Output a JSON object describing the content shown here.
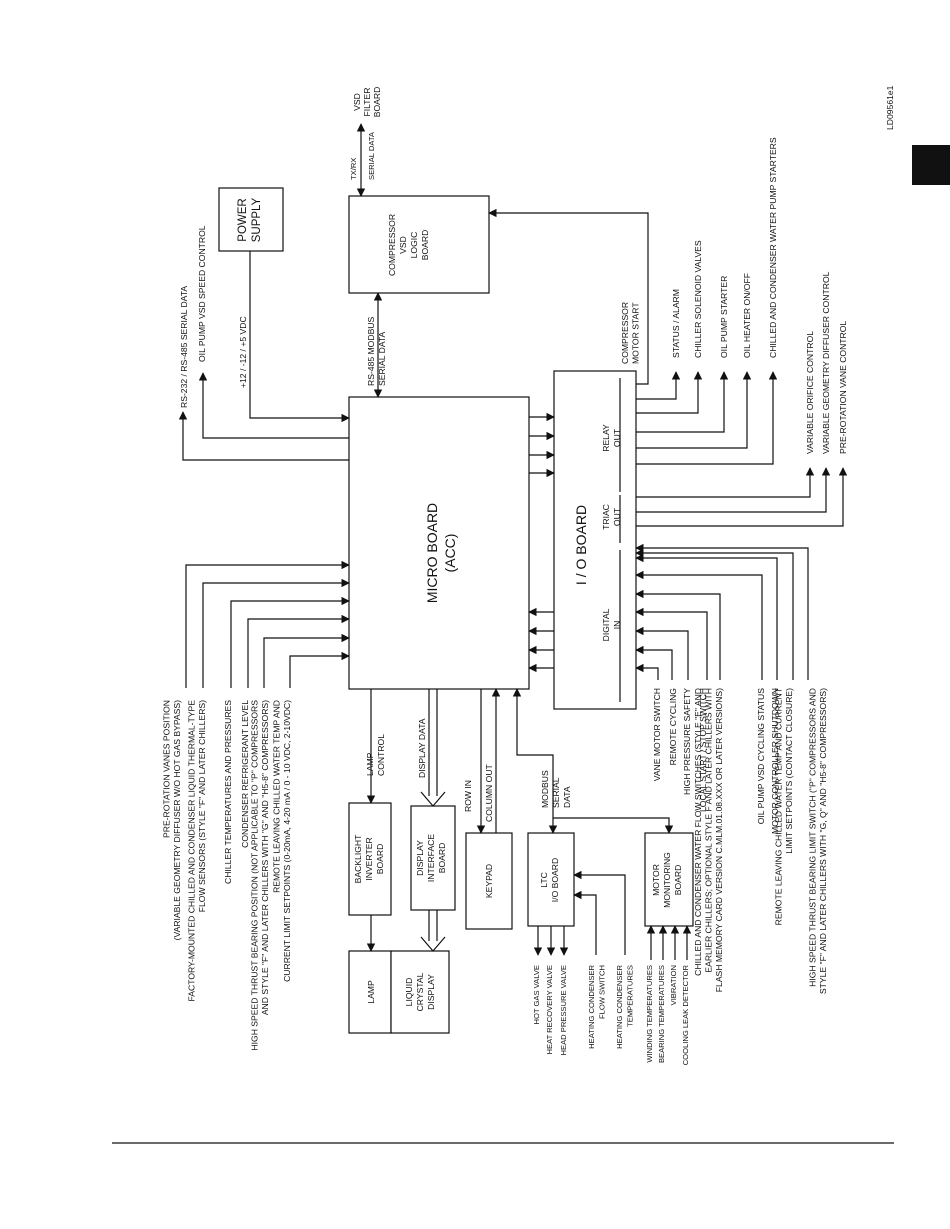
{
  "doc_code": "LD09561e1",
  "blocks": {
    "power_supply": [
      "POWER",
      "SUPPLY"
    ],
    "compressor_vsd": [
      "COMPRESSOR",
      "VSD",
      "LOGIC",
      "BOARD"
    ],
    "vsd_filter": [
      "VSD",
      "FILTER",
      "BOARD"
    ],
    "micro_board": [
      "MICRO BOARD",
      "(ACC)"
    ],
    "io_board": [
      "I / O BOARD"
    ],
    "backlight_inverter": [
      "BACKLIGHT",
      "INVERTER",
      "BOARD"
    ],
    "display_interface": [
      "DISPLAY",
      "INTERFACE",
      "BOARD"
    ],
    "keypad": [
      "KEYPAD"
    ],
    "ltc_io": [
      "LTC",
      "I/O BOARD"
    ],
    "motor_monitoring": [
      "MOTOR",
      "MONITORING",
      "BOARD"
    ],
    "lamp": [
      "LAMP"
    ],
    "lcd": [
      "LIQUID",
      "CRYSTAL",
      "DISPLAY"
    ]
  },
  "io_sections": {
    "relay": [
      "RELAY",
      "OUT"
    ],
    "triac": [
      "TRIAC",
      "OUT"
    ],
    "digital": [
      "DIGITAL",
      "IN"
    ]
  },
  "links": {
    "txrx": [
      "TX/RX",
      "SERIAL DATA"
    ],
    "rs485_modbus": [
      "RS-485 MODBUS",
      "SERIAL DATA"
    ],
    "power_rails": "+12 / -12 / +5 VDC",
    "rs232": "RS-232 / RS-485 SERIAL DATA",
    "oil_pump_vsd_speed": "OIL PUMP VSD SPEED CONTROL",
    "lamp_control": [
      "LAMP",
      "CONTROL"
    ],
    "display_data": "DISPLAY DATA",
    "row_in": "ROW IN",
    "column_out": "COLUMN OUT",
    "modbus_serial": [
      "MODBUS",
      "SERIAL",
      "DATA"
    ]
  },
  "micro_inputs": [
    [
      "PRE-ROTATION VANES POSITION",
      "(VARIABLE GEOMETRY DIFFUSER W/O HOT GAS BYPASS)"
    ],
    [
      "FACTORY-MOUNTED CHILLED AND CONDENSER LIQUID THERMAL-TYPE",
      "FLOW SENSORS (STYLE \"F\" AND LATER CHILLERS)"
    ],
    [
      "CHILLER TEMPERATURES AND PRESSURES"
    ],
    [
      "CONDENSER REFRIGERANT LEVEL"
    ],
    [
      "HIGH SPEED THRUST BEARING POSITION (NOT APPLICABLE TO \"P\" COMPRESSORS",
      "AND STYLE \"F\" AND LATER CHILLERS WITH \"G\" AND \"H5-8\" COMPRESSORS)"
    ],
    [
      "REMOTE LEAVING CHILLED WATER TEMP AND",
      "CURRENT LIMIT SETPOINTS (0-20mA, 4-20 mA / 0 - 10 VDC, 2-10VDC)"
    ]
  ],
  "relay_outputs": [
    [
      "COMPRESSOR",
      "MOTOR START"
    ],
    [
      "STATUS / ALARM"
    ],
    [
      "CHILLER SOLENOID VALVES"
    ],
    [
      "OIL PUMP STARTER"
    ],
    [
      "OIL HEATER ON/OFF"
    ],
    [
      "CHILLED AND CONDENSER WATER PUMP STARTERS"
    ]
  ],
  "triac_outputs": [
    [
      "VARIABLE ORIFICE CONTROL"
    ],
    [
      "VARIABLE GEOMETRY DIFFUSER CONTROL"
    ],
    [
      "PRE-ROTATION VANE CONTROL"
    ]
  ],
  "digital_inputs": [
    [
      "VANE MOTOR SWITCH"
    ],
    [
      "REMOTE CYCLING"
    ],
    [
      "HIGH PRESSURE SAFETY"
    ],
    [
      "LOCAL START / STOP SWITCH"
    ],
    [
      "CHILLED AND CONDENSER WATER FLOW SWITCHES (STYLE \"E\" AND",
      "EARLIER CHILLERS; OPTIONAL STYLE F AND LATER CHILLERS WITH",
      "FLASH MEMORY CARD VERSION C.MLM.01.08.XXX OR LATER VERSIONS)"
    ],
    [
      "OIL PUMP VSD CYCLING STATUS"
    ],
    [
      "MOTOR CONTROLLER SHUTDOWN"
    ],
    [
      "REMOTE LEAVING CHILLED WATER TEMP AND CURRENT",
      "LIMIT SETPOINTS (CONTACT CLOSURE)"
    ],
    [
      "HIGH SPEED THRUST BEARING LIMIT SWITCH (\"P\" COMPRESSORS AND",
      "STYLE \"F\" AND LATER CHILLERS WITH \"G, Q\" AND \"H5-8\" COMPRESSORS)"
    ]
  ],
  "ltc_outputs": [
    [
      "HOT GAS VALVE"
    ],
    [
      "HEAT RECOVERY VALVE"
    ],
    [
      "HEAD PRESSURE VALVE"
    ]
  ],
  "ltc_inputs": [
    [
      "HEATING CONDENSER",
      "FLOW SWITCH"
    ],
    [
      "HEATING CONDENSER",
      "TEMPERATURES"
    ]
  ],
  "motor_inputs": [
    [
      "WINDING TEMPERATURES"
    ],
    [
      "BEARING TEMPERATURES"
    ],
    [
      "VIBRATION"
    ],
    [
      "COOLING LEAK DETECTOR"
    ]
  ]
}
